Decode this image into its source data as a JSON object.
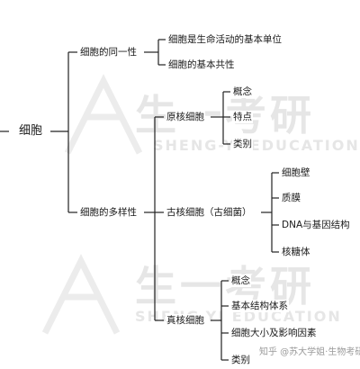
{
  "mindmap": {
    "root": "细胞",
    "branches": {
      "unity": {
        "label": "细胞的同一性",
        "items": [
          "细胞是生命活动的基本单位",
          "细胞的基本共性"
        ]
      },
      "diversity": {
        "label": "细胞的多样性",
        "prokaryote": {
          "label": "原核细胞",
          "items": [
            "概念",
            "特点",
            "类别"
          ]
        },
        "archaea": {
          "label": "古核细胞（古细菌）",
          "items": [
            "细胞壁",
            "质膜",
            "DNA与基因结构",
            "核糖体"
          ]
        },
        "eukaryote": {
          "label": "真核细胞",
          "items": [
            "概念",
            "基本结构体系",
            "细胞大小及影响因素",
            "类别"
          ]
        }
      }
    }
  },
  "watermark": {
    "brand": "生一考研",
    "brand_en": "SHENG-YI EDUCATION",
    "credit": "知乎 @苏大学姐·生物考研"
  },
  "colors": {
    "line": "#222222",
    "text": "#1a1a1a",
    "watermark": "#e6e6e6"
  }
}
